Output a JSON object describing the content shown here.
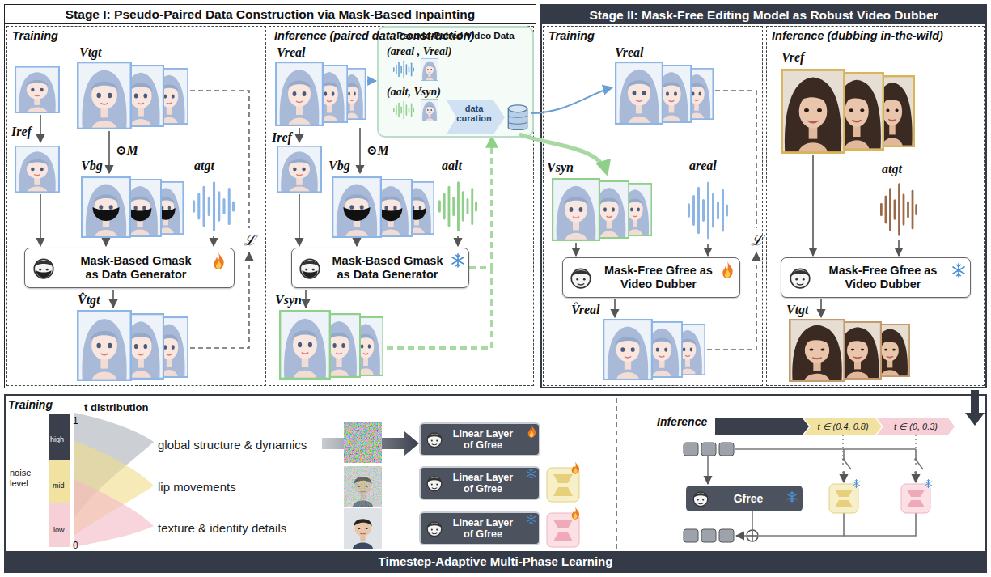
{
  "diagram": {
    "nodes": [
      {
        "text": [
          "Stage I: Pseudo-Paired Data Construction via Mask-Based Inpainting"
        ]
      },
      {
        "text": [
          "Training"
        ],
        "in": 0
      },
      {
        "text": [
          "Inference (paired data construction)"
        ],
        "in": 0
      },
      {
        "text": [
          "Mask-Based Gmask as Data Generator"
        ],
        "in": 1
      },
      {
        "text": [
          "Pseudo-Paired Video Data"
        ],
        "in": 2
      },
      {
        "text": [
          "Mask-Based Gmask as Data Generator"
        ],
        "in": 2
      },
      {
        "text": [
          "Stage II: Mask-Free Editing Model as Robust Video Dubber"
        ]
      },
      {
        "text": [
          "Training"
        ],
        "in": 6
      },
      {
        "text": [
          "Inference (dubbing in-the-wild)"
        ],
        "in": 6
      },
      {
        "text": [
          "Mask-Free Gfree as Video Dubber"
        ],
        "in": 7
      },
      {
        "text": [
          "Mask-Free Gfree as Video Dubber"
        ],
        "in": 8
      },
      {
        "text": [
          "Timestep-Adaptive Multi-Phase Learning"
        ]
      },
      {
        "text": [
          "Linear Layer of Gfree"
        ],
        "in": 11
      },
      {
        "text": [
          "Linear Layer of Gfree"
        ],
        "in": 11
      },
      {
        "text": [
          "Linear Layer of Gfree"
        ],
        "in": 11
      },
      {
        "text": [
          "t ∈ (0.4, 0.8)"
        ],
        "in": 11
      },
      {
        "text": [
          "t ∈ (0, 0.3)"
        ],
        "in": 11
      },
      {
        "text": [
          "Gfree"
        ],
        "in": 11
      }
    ],
    "edges": [
      {
        "from": 5,
        "to": 4,
        "arrow": "to"
      }
    ],
    "labels": [
      "Vtgt",
      "Iref",
      "⊙M",
      "Vbg",
      "atgt",
      "ℒ",
      "V̂tgt",
      "Vreal",
      "Iref",
      "⊙M",
      "Vbg",
      "aalt",
      "Vsyn",
      "(areal , Vreal)",
      "(aalt, Vsyn)",
      "data curation",
      "Vreal",
      "Vsyn",
      "areal",
      "ℒ",
      "V̂real",
      "Vref",
      "atgt",
      "Vtgt",
      "Training",
      "t distribution",
      "1",
      "high",
      "mid",
      "low",
      "0",
      "noise level",
      "global structure & dynamics",
      "lip movements",
      "texture & identity details",
      "Inference"
    ]
  }
}
